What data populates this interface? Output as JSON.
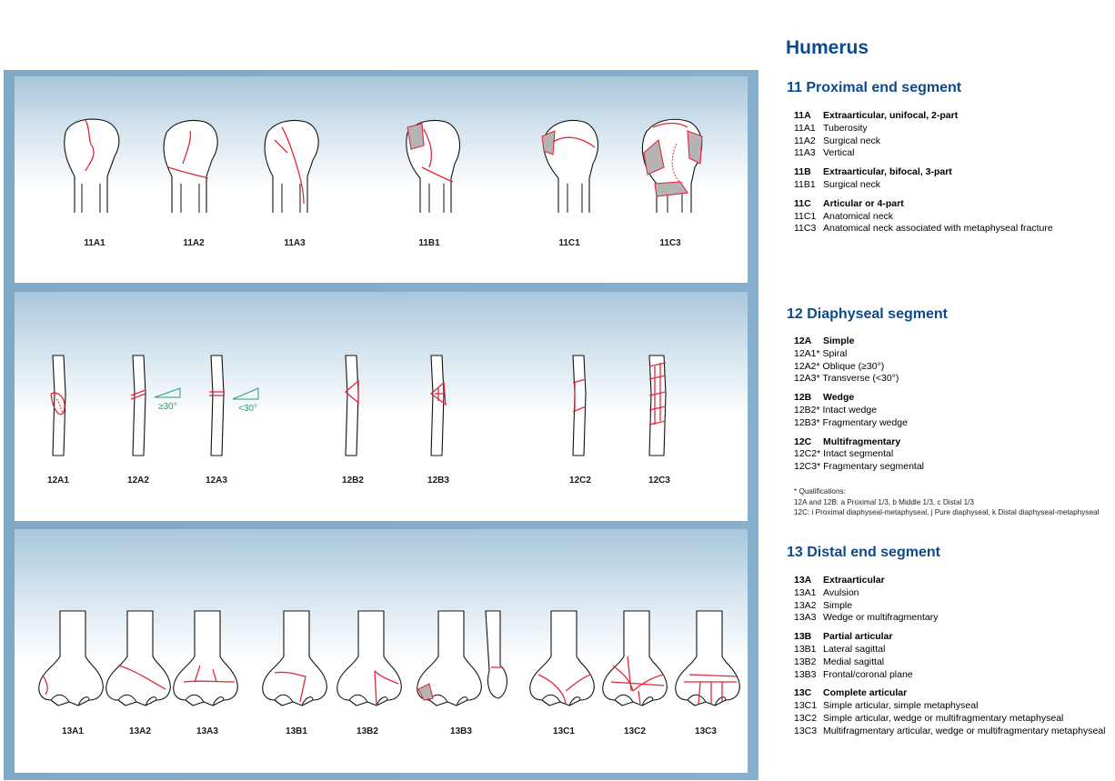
{
  "title": "Humerus",
  "segments": [
    {
      "number": "11",
      "name": "Proximal end segment",
      "groups": [
        {
          "code": "11A",
          "label": "Extraarticular, unifocal, 2-part",
          "items": [
            {
              "code": "11A1",
              "label": "Tuberosity"
            },
            {
              "code": "11A2",
              "label": "Surgical neck"
            },
            {
              "code": "11A3",
              "label": "Vertical"
            }
          ]
        },
        {
          "code": "11B",
          "label": "Extraarticular, bifocal, 3-part",
          "items": [
            {
              "code": "11B1",
              "label": "Surgical neck"
            }
          ]
        },
        {
          "code": "11C",
          "label": "Articular or 4-part",
          "items": [
            {
              "code": "11C1",
              "label": "Anatomical neck"
            },
            {
              "code": "11C3",
              "label": "Anatomical neck associated with metaphyseal fracture"
            }
          ]
        }
      ]
    },
    {
      "number": "12",
      "name": "Diaphyseal segment",
      "groups": [
        {
          "code": "12A",
          "label": "Simple",
          "items": [
            {
              "code": "12A1*",
              "label": "Spiral"
            },
            {
              "code": "12A2*",
              "label": "Oblique (≥30°)"
            },
            {
              "code": "12A3*",
              "label": "Transverse (<30°)"
            }
          ]
        },
        {
          "code": "12B",
          "label": "Wedge",
          "items": [
            {
              "code": "12B2*",
              "label": "Intact wedge"
            },
            {
              "code": "12B3*",
              "label": "Fragmentary wedge"
            }
          ]
        },
        {
          "code": "12C",
          "label": "Multifragmentary",
          "items": [
            {
              "code": "12C2*",
              "label": "Intact segmental"
            },
            {
              "code": "12C3*",
              "label": "Fragmentary segmental"
            }
          ]
        }
      ],
      "qualifications": {
        "title": "* Qualifications:",
        "lines": [
          "12A and 12B: a Proximal 1/3, b Middle 1/3, c Distal 1/3",
          "12C: i Proximal diaphyseal-metaphyseal, j Pure diaphyseal, k Distal diaphyseal-metaphyseal"
        ]
      }
    },
    {
      "number": "13",
      "name": "Distal end segment",
      "groups": [
        {
          "code": "13A",
          "label": "Extraarticular",
          "items": [
            {
              "code": "13A1",
              "label": "Avulsion"
            },
            {
              "code": "13A2",
              "label": "Simple"
            },
            {
              "code": "13A3",
              "label": "Wedge or multifragmentary"
            }
          ]
        },
        {
          "code": "13B",
          "label": "Partial articular",
          "items": [
            {
              "code": "13B1",
              "label": "Lateral sagittal"
            },
            {
              "code": "13B2",
              "label": "Medial sagittal"
            },
            {
              "code": "13B3",
              "label": "Frontal/coronal plane"
            }
          ]
        },
        {
          "code": "13C",
          "label": "Complete articular",
          "items": [
            {
              "code": "13C1",
              "label": "Simple articular, simple metaphyseal"
            },
            {
              "code": "13C2",
              "label": "Simple articular, wedge or multifragmentary metaphyseal"
            },
            {
              "code": "13C3",
              "label": "Multifragmentary articular, wedge or multifragmentary metaphyseal"
            }
          ]
        }
      ]
    }
  ],
  "figures": {
    "proximal": [
      "11A1",
      "11A2",
      "11A3",
      "11B1",
      "11C1",
      "11C3"
    ],
    "diaphyseal": [
      "12A1",
      "12A2",
      "12A3",
      "12B2",
      "12B3",
      "12C2",
      "12C3"
    ],
    "distal": [
      "13A1",
      "13A2",
      "13A3",
      "13B1",
      "13B2",
      "13B3",
      "13C1",
      "13C2",
      "13C3"
    ],
    "angle_labels": [
      "≥30°",
      "<30°"
    ]
  },
  "colors": {
    "title": "#0d4a8c",
    "fracture_line": "#e0283c",
    "fragment_fill": "#b4b4b4",
    "angle_marker": "#2f9a6e",
    "panel_frame": "#7fa9c7"
  }
}
